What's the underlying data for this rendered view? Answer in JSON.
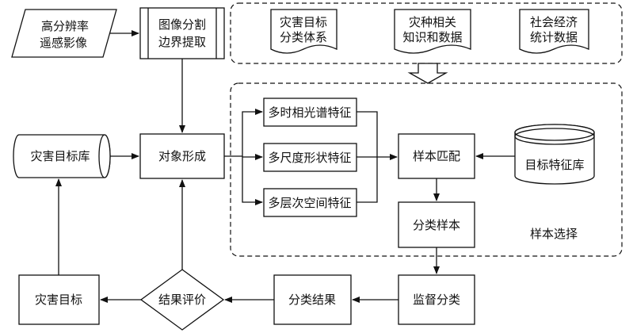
{
  "nodes": {
    "hr_image": [
      "高分辨率",
      "遥感影像"
    ],
    "segmentation": [
      "图像分割",
      "边界提取"
    ],
    "doc_system": [
      "灾害目标",
      "分类体系"
    ],
    "doc_knowledge": [
      "灾种相关",
      "知识和数据"
    ],
    "doc_stats": [
      "社会经济",
      "统计数据"
    ],
    "feat_spectral": "多时相光谱特征",
    "feat_shape": "多尺度形状特征",
    "feat_space": "多层次空间特征",
    "disaster_db": "灾害目标库",
    "object_form": "对象形成",
    "sample_match": "样本匹配",
    "feature_db": "目标特征库",
    "class_sample": "分类样本",
    "sample_select": "样本选择",
    "disaster_target": "灾害目标",
    "evaluation": "结果评价",
    "class_result": "分类结果",
    "supervised": "监督分类"
  }
}
